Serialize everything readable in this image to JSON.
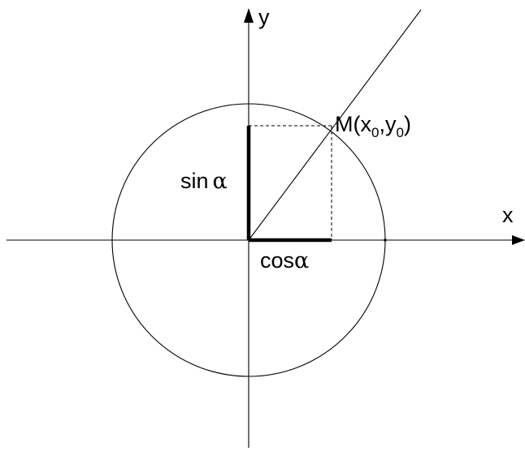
{
  "axes": {
    "x_label": "x",
    "y_label": "y"
  },
  "point": {
    "name": "M",
    "x_symbol": "x",
    "x_index": "0",
    "y_symbol": "y",
    "y_index": "0"
  },
  "segments": {
    "sin_fn": "sin",
    "cos_fn": "cos",
    "angle_symbol": "α"
  },
  "colors": {
    "stroke": "#000000",
    "background": "#ffffff"
  }
}
